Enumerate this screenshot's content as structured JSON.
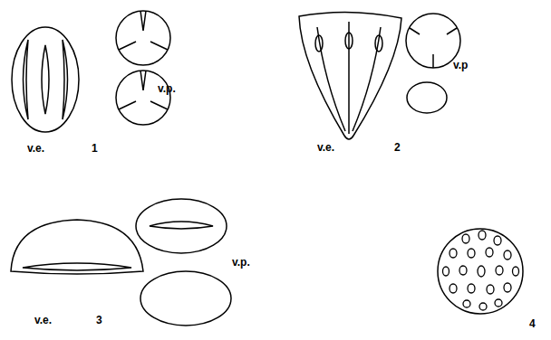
{
  "diagram": {
    "labels": [
      "v.e.",
      "1",
      "v.p.",
      "v.e.",
      "2",
      "v.p",
      "v.e.",
      "3",
      "v.p.",
      "4"
    ]
  }
}
